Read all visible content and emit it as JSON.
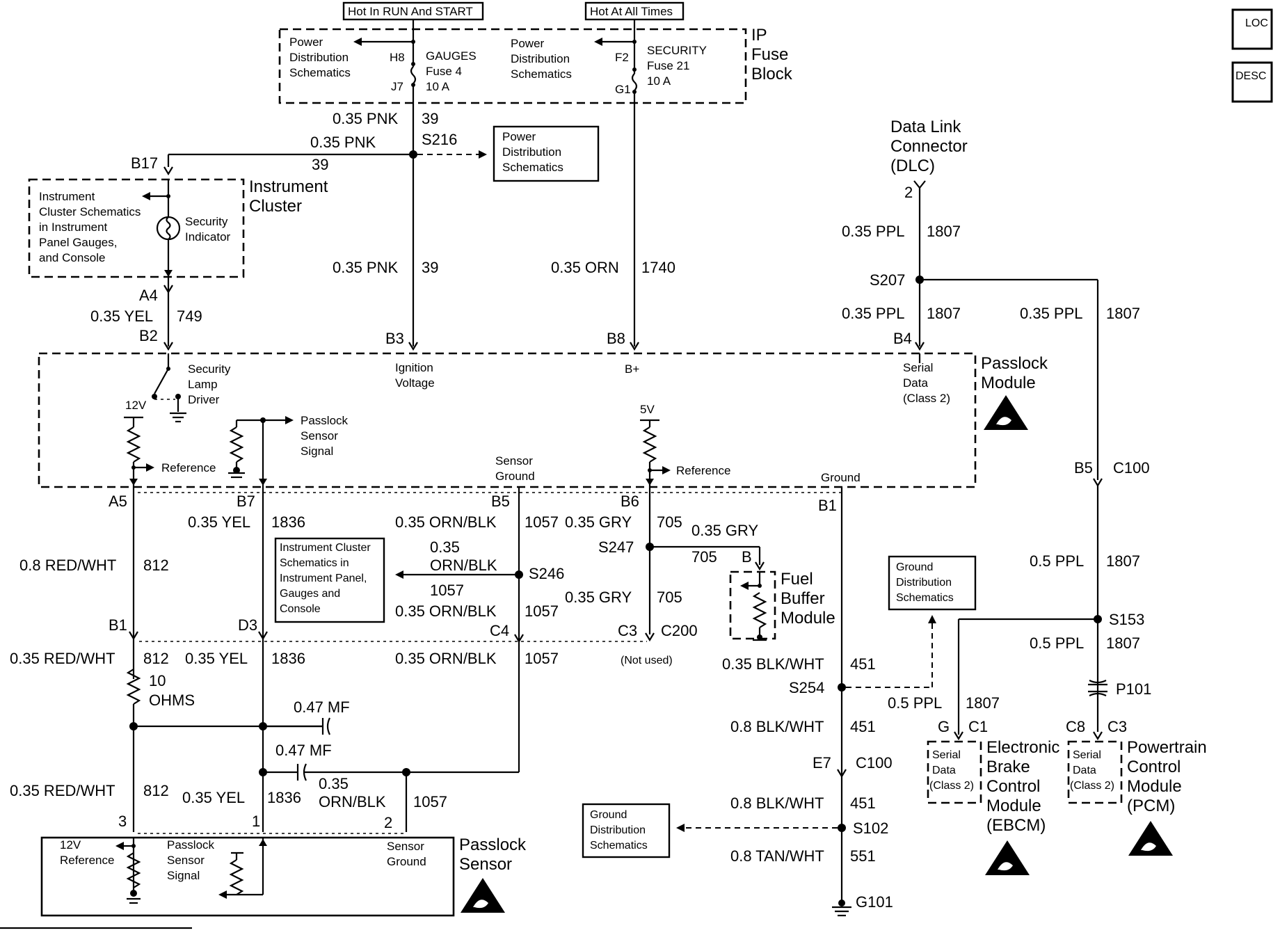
{
  "tabs": {
    "loc": "LOC",
    "desc": "DESC"
  },
  "power": {
    "hot_run_start": "Hot In RUN And START",
    "hot_all_times": "Hot At All Times"
  },
  "fuse_block": {
    "title_1": "IP",
    "title_2": "Fuse",
    "title_3": "Block",
    "pds_line1": "Power",
    "pds_line2": "Distribution",
    "pds_line3": "Schematics",
    "gauges_fuse": {
      "name": "GAUGES",
      "fuse": "Fuse 4",
      "amps": "10 A",
      "in_pin": "H8",
      "out_pin": "J7"
    },
    "security_fuse": {
      "name": "SECURITY",
      "fuse": "Fuse 21",
      "amps": "10 A",
      "in_pin": "F2",
      "out_pin": "G1"
    }
  },
  "refboxes": {
    "pds": [
      "Power",
      "Distribution",
      "Schematics"
    ],
    "ic": [
      "Instrument Cluster",
      "Schematics in",
      "Instrument Panel,",
      "Gauges and",
      "Console"
    ],
    "ground1": [
      "Ground",
      "Distribution",
      "Schematics"
    ],
    "ground2": [
      "Ground",
      "Distribution",
      "Schematics"
    ]
  },
  "instrument_cluster": {
    "title_1": "Instrument",
    "title_2": "Cluster",
    "ref": [
      "Instrument",
      "Cluster Schematics",
      "in Instrument",
      "Panel Gauges,",
      "and Console"
    ],
    "indicator_1": "Security",
    "indicator_2": "Indicator",
    "pin_in": "B17",
    "pin_out": "A4"
  },
  "dlc": {
    "title_1": "Data Link",
    "title_2": "Connector",
    "title_3": "(DLC)",
    "pin": "2"
  },
  "passlock_module": {
    "title_1": "Passlock",
    "title_2": "Module",
    "lamp_1": "Security",
    "lamp_2": "Lamp",
    "lamp_3": "Driver",
    "ignition_1": "Ignition",
    "ignition_2": "Voltage",
    "bplus": "B+",
    "serial_1": "Serial",
    "serial_2": "Data",
    "serial_3": "(Class 2)",
    "v12": "12V",
    "v5": "5V",
    "reference": "Reference",
    "reference2": "Reference",
    "sensor_sig_1": "Passlock",
    "sensor_sig_2": "Sensor",
    "sensor_sig_3": "Signal",
    "sensor_gnd_1": "Sensor",
    "sensor_gnd_2": "Ground",
    "ground": "Ground",
    "pins": {
      "b2": "B2",
      "b3": "B3",
      "b8": "B8",
      "b4": "B4",
      "a5": "A5",
      "b7": "B7",
      "b5": "B5",
      "b6": "B6",
      "b1": "B1"
    }
  },
  "wires": {
    "pnk_top": "0.35 PNK",
    "pnk_top_ckt": "39",
    "pnk_mid": "0.35 PNK",
    "pnk_mid_ckt": "39",
    "pnk_low": "0.35 PNK",
    "pnk_low_ckt": "39",
    "orn": "0.35 ORN",
    "orn_ckt": "1740",
    "yel749": "0.35 YEL",
    "yel749_ckt": "749",
    "ppl_dlc": "0.35 PPL",
    "ppl_dlc_ckt": "1807",
    "ppl_b4": "0.35 PPL",
    "ppl_b4_ckt": "1807",
    "ppl_right": "0.35 PPL",
    "ppl_right_ckt": "1807",
    "redwht_08": "0.8 RED/WHT",
    "redwht_08_ckt": "812",
    "yel1836": "0.35 YEL",
    "yel1836_ckt": "1836",
    "ornblk_b5": "0.35 ORN/BLK",
    "ornblk_b5_ckt": "1057",
    "gry_b6": "0.35 GRY",
    "gry_b6_ckt": "705",
    "gry_fb": "0.35 GRY",
    "gry_fb_ckt": "705",
    "ornblk_ic_1": "0.35",
    "ornblk_ic_2": "ORN/BLK",
    "ornblk_ic_ckt": "1057",
    "ornblk_c4": "0.35 ORN/BLK",
    "ornblk_c4_ckt": "1057",
    "gry_c3": "0.35 GRY",
    "gry_c3_ckt": "705",
    "redwht_b1": "0.35 RED/WHT",
    "redwht_b1_ckt": "812",
    "yel_d3": "0.35 YEL",
    "yel_d3_ckt": "1836",
    "ornblk_below": "0.35 ORN/BLK",
    "ornblk_below_ckt": "1057",
    "redwht_3": "0.35 RED/WHT",
    "redwht_3_ckt": "812",
    "yel_1": "0.35 YEL",
    "yel_1_ckt": "1836",
    "ornblk_2_1": "0.35",
    "ornblk_2_2": "ORN/BLK",
    "ornblk_2_ckt": "1057",
    "blkwht_035": "0.35 BLK/WHT",
    "blkwht_035_ckt": "451",
    "blkwht_08a": "0.8 BLK/WHT",
    "blkwht_08a_ckt": "451",
    "blkwht_08b": "0.8 BLK/WHT",
    "blkwht_08b_ckt": "451",
    "tanwht": "0.8 TAN/WHT",
    "tanwht_ckt": "551",
    "ppl05_a": "0.5 PPL",
    "ppl05_a_ckt": "1807",
    "ppl05_b": "0.5 PPL",
    "ppl05_b_ckt": "1807",
    "ppl05_c": "0.5 PPL",
    "ppl05_c_ckt": "1807"
  },
  "splices": {
    "s216": "S216",
    "s207": "S207",
    "s246": "S246",
    "s247": "S247",
    "s254": "S254",
    "s102": "S102",
    "s153": "S153"
  },
  "connectors": {
    "c100_top_pin": "B5",
    "c100_top": "C100",
    "c200_b1": "B1",
    "c200_d3": "D3",
    "c200_c4": "C4",
    "c200_c3": "C3",
    "c200": "C200",
    "not_used": "(Not used)",
    "c100_bot_pin": "E7",
    "c100_bot": "C100",
    "p101": "P101",
    "ebcm_pin": "G",
    "ebcm_conn": "C1",
    "pcm_pin": "C8",
    "pcm_conn": "C3",
    "sensor_p3": "3",
    "sensor_p1": "1",
    "sensor_p2": "2"
  },
  "components": {
    "resistor_1": "10",
    "resistor_2": "OHMS",
    "cap1": "0.47 MF",
    "cap2": "0.47 MF",
    "fuel_buffer_1": "Fuel",
    "fuel_buffer_2": "Buffer",
    "fuel_buffer_3": "Module",
    "fuel_buffer_pin": "B",
    "ground_g101": "G101"
  },
  "passlock_sensor": {
    "title_1": "Passlock",
    "title_2": "Sensor",
    "ref_1": "12V",
    "ref_2": "Reference",
    "sig_1": "Passlock",
    "sig_2": "Sensor",
    "sig_3": "Signal",
    "gnd_1": "Sensor",
    "gnd_2": "Ground"
  },
  "ebcm": {
    "title": [
      "Electronic",
      "Brake",
      "Control",
      "Module",
      "(EBCM)"
    ],
    "serial": [
      "Serial",
      "Data",
      "(Class 2)"
    ]
  },
  "pcm": {
    "title": [
      "Powertrain",
      "Control",
      "Module",
      "(PCM)"
    ],
    "serial": [
      "Serial",
      "Data",
      "(Class 2)"
    ]
  }
}
